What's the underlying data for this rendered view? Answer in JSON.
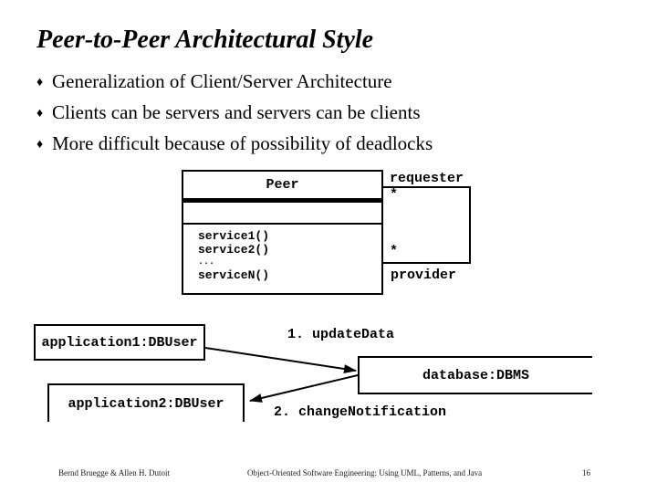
{
  "title": "Peer-to-Peer Architectural Style",
  "bullets": {
    "marker": "♦",
    "items": [
      "Generalization of Client/Server Architecture",
      "Clients can be servers and servers can be clients",
      "More difficult because of possibility of deadlocks"
    ]
  },
  "class_diagram": {
    "class_name": "Peer",
    "operations": [
      "service1()",
      "service2()",
      "...",
      "serviceN()"
    ],
    "association": {
      "role_top": "requester",
      "mult_top": "*",
      "mult_bottom": "*",
      "role_bottom": "provider"
    }
  },
  "object_diagram": {
    "object1": "application1:DBUser",
    "object2": "application2:DBUser",
    "object3": "database:DBMS",
    "message1": "1. updateData",
    "message2": "2. changeNotification"
  },
  "footer": {
    "authors": "Bernd Bruegge & Allen H. Dutoit",
    "book": "Object-Oriented Software Engineering: Using UML, Patterns, and Java",
    "page": "16"
  },
  "colors": {
    "background": "#ffffff",
    "text": "#000000",
    "line": "#000000"
  }
}
